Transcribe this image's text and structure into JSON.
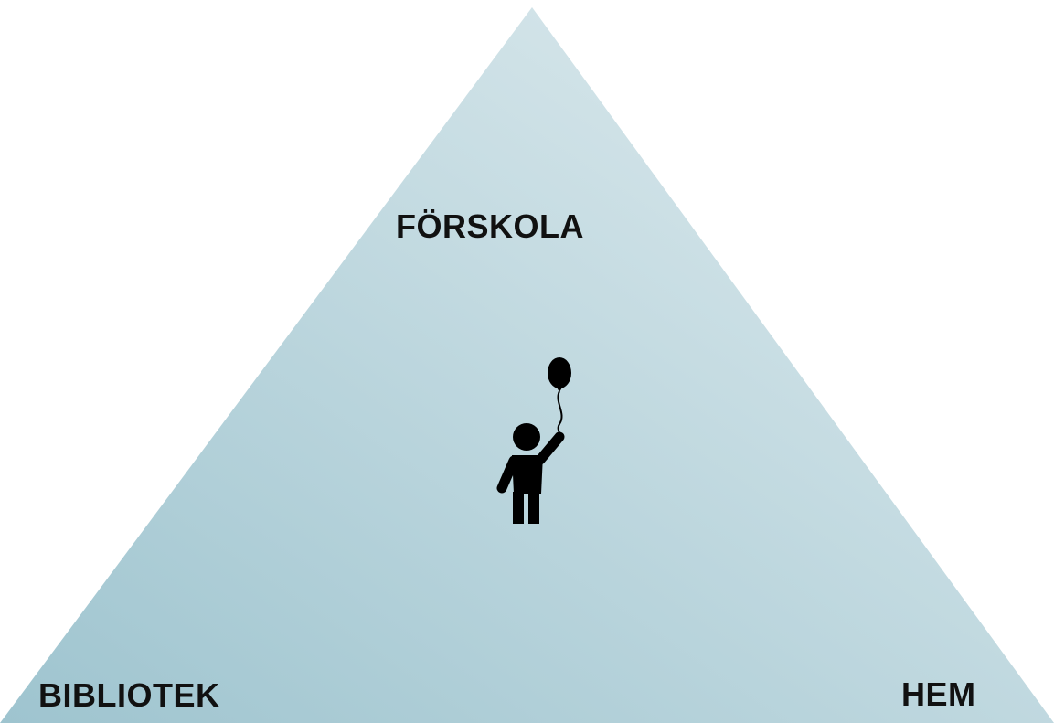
{
  "colors": {
    "triangle_light": "#d3e3e8",
    "triangle_dark": "#9ec4cf",
    "icon": "#000000",
    "text": "#111111"
  },
  "labels": {
    "top": "FÖRSKOLA",
    "bottom_left": "BIBLIOTEK",
    "bottom_right": "HEM"
  },
  "icon": {
    "name": "child-with-balloon-icon"
  }
}
